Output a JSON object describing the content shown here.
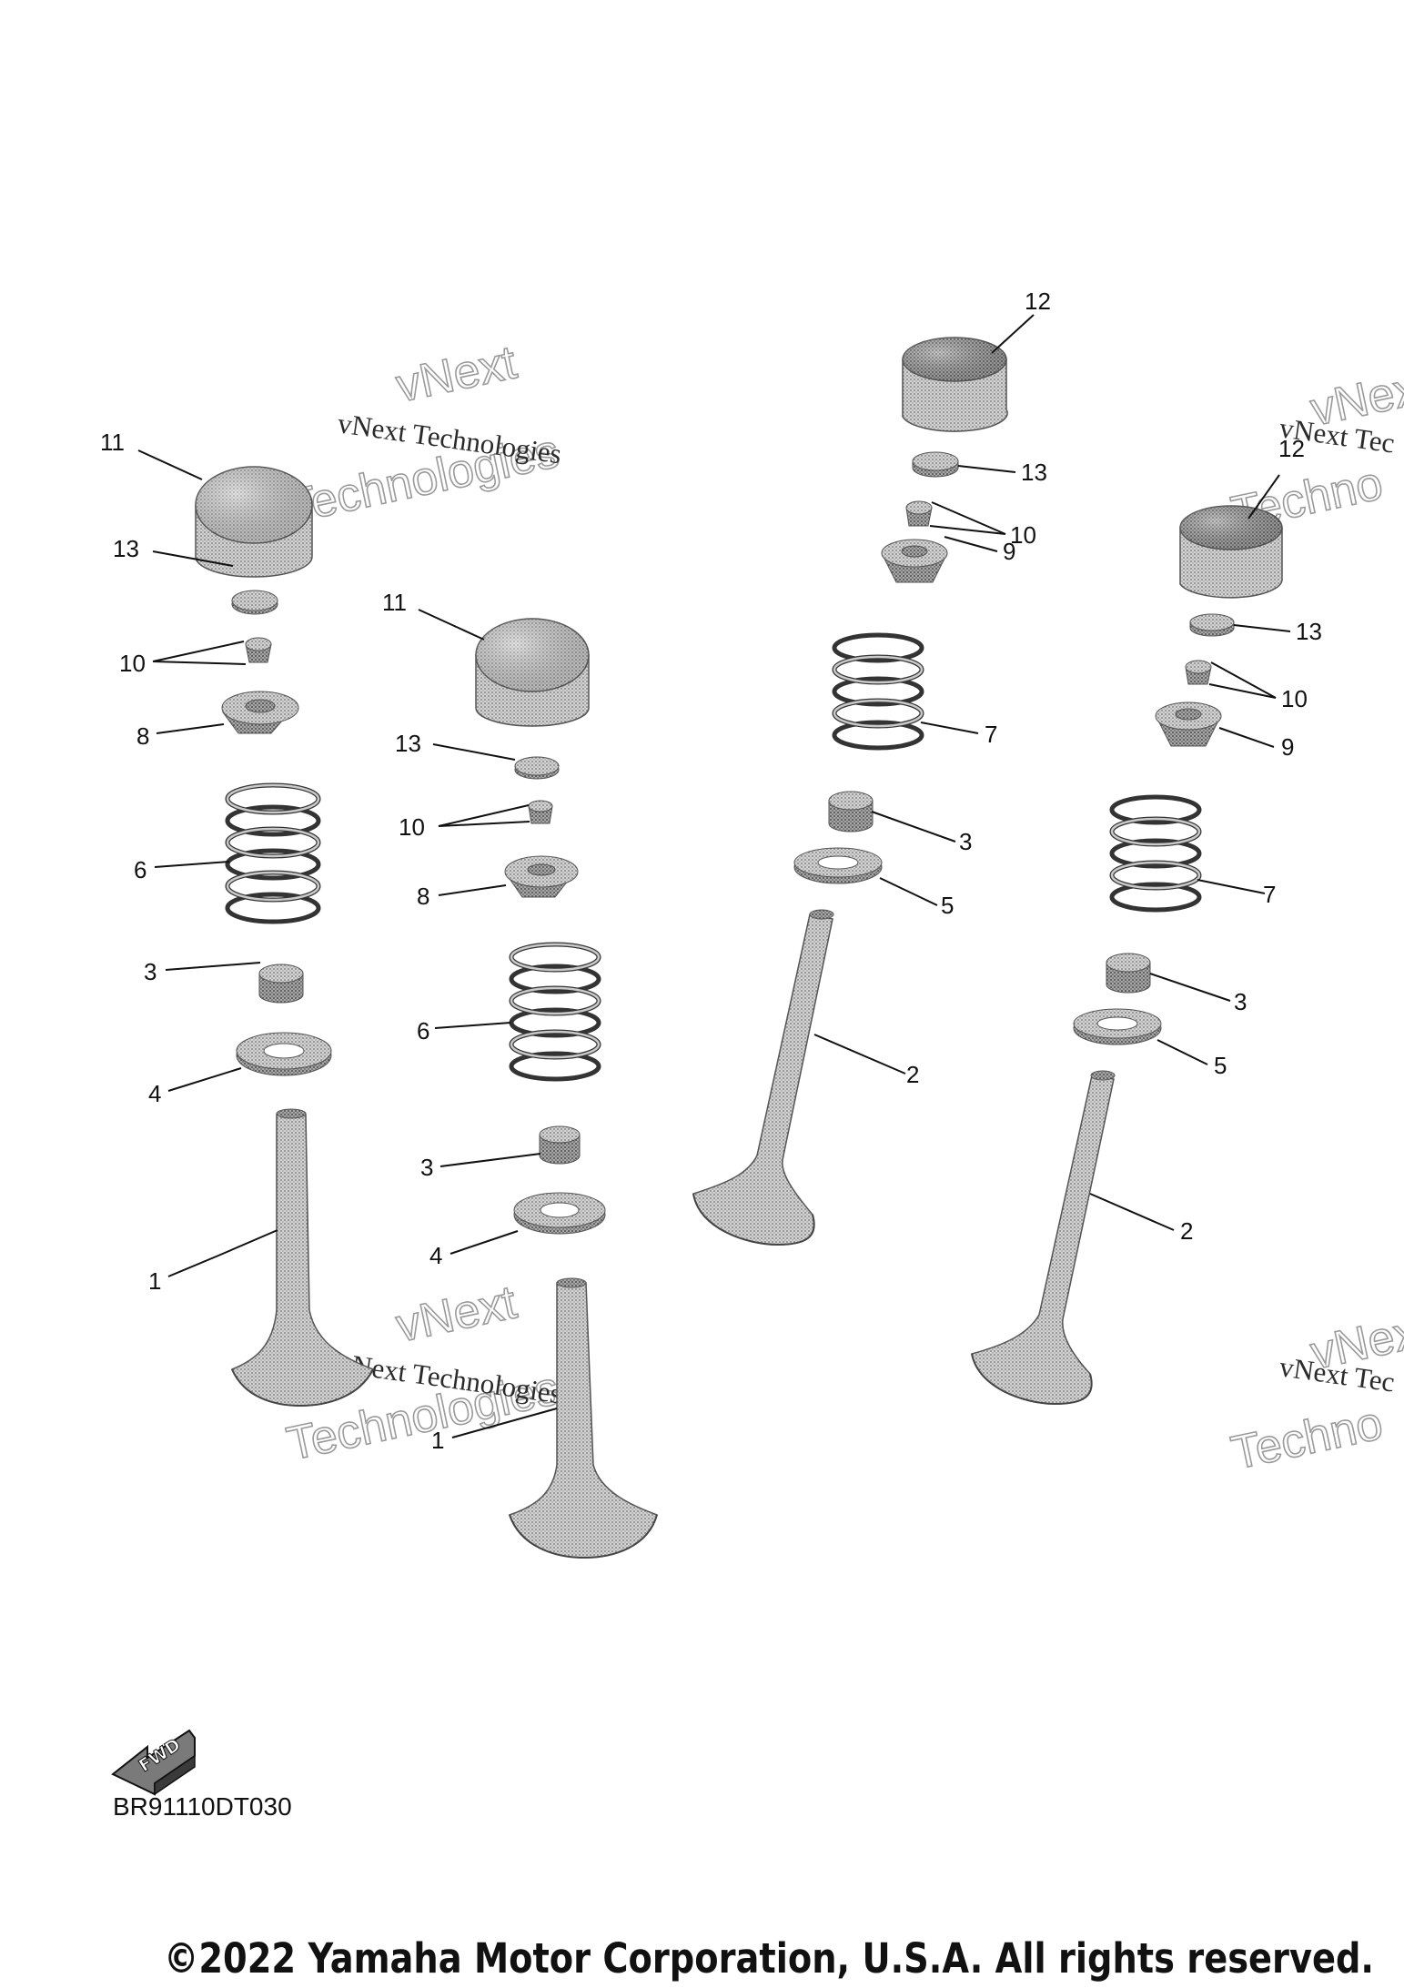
{
  "callouts": {
    "c11a": "11",
    "c13a": "13",
    "c10a": "10",
    "c8a": "8",
    "c6a": "6",
    "c3a": "3",
    "c4a": "4",
    "c1a": "1",
    "c11b": "11",
    "c13b": "13",
    "c10b": "10",
    "c8b": "8",
    "c6b": "6",
    "c3b": "3",
    "c4b": "4",
    "c1b": "1",
    "c12a": "12",
    "c13c": "13",
    "c10c": "10",
    "c9a": "9",
    "c7a": "7",
    "c3c": "3",
    "c5a": "5",
    "c2a": "2",
    "c12b": "12",
    "c13d": "13",
    "c10d": "10",
    "c9b": "9",
    "c7b": "7",
    "c3d": "3",
    "c5b": "5",
    "c2b": "2"
  },
  "watermark": {
    "script": "vNext Technologies",
    "outline_top": "vNext",
    "outline_bottom": "Technologies",
    "outline_top_right": "vNext",
    "outline_bottom_right": "Techno",
    "script_right": "vNext Tec"
  },
  "fwd_label": "FWD",
  "drawing_code": "BR91110DT030",
  "copyright": "©2022 Yamaha Motor Corporation, U.S.A. All rights reserved.",
  "colors": {
    "part_fill": "#bdbdbd",
    "part_dark": "#8c8c8c",
    "ink": "#111111"
  }
}
